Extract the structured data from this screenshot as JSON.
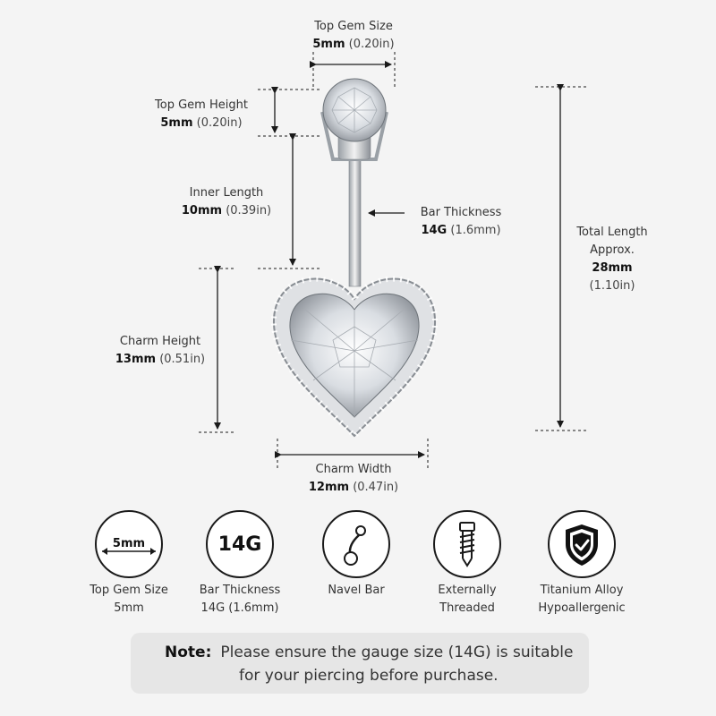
{
  "dimensions": {
    "top_gem_size": {
      "title": "Top Gem Size",
      "value": "5mm",
      "unit_alt": "(0.20in)"
    },
    "top_gem_height": {
      "title": "Top Gem Height",
      "value": "5mm",
      "unit_alt": "(0.20in)"
    },
    "inner_length": {
      "title": "Inner Length",
      "value": "10mm",
      "unit_alt": "(0.39in)"
    },
    "bar_thickness": {
      "title": "Bar Thickness",
      "value": "14G",
      "unit_alt": "(1.6mm)"
    },
    "charm_height": {
      "title": "Charm Height",
      "value": "13mm",
      "unit_alt": "(0.51in)"
    },
    "charm_width": {
      "title": "Charm Width",
      "value": "12mm",
      "unit_alt": "(0.47in)"
    },
    "total_length": {
      "title_1": "Total Length",
      "title_2": "Approx.",
      "value": "28mm",
      "unit_alt": "(1.10in)"
    }
  },
  "features": [
    {
      "icon": "5mm",
      "line1": "Top Gem Size",
      "line2": "5mm"
    },
    {
      "icon": "14G",
      "line1": "Bar Thickness",
      "line2": "14G (1.6mm)"
    },
    {
      "line1": "Navel Bar",
      "line2": ""
    },
    {
      "line1": "Externally",
      "line2": "Threaded"
    },
    {
      "line1": "Titanium Alloy",
      "line2": "Hypoallergenic"
    }
  ],
  "note": {
    "label": "Note:",
    "line1": "Please ensure the gauge size (14G) is suitable",
    "line2": "for your piercing before purchase."
  },
  "colors": {
    "background": "#f4f4f4",
    "line": "#1a1a1a",
    "note_bg": "#e6e6e6"
  }
}
